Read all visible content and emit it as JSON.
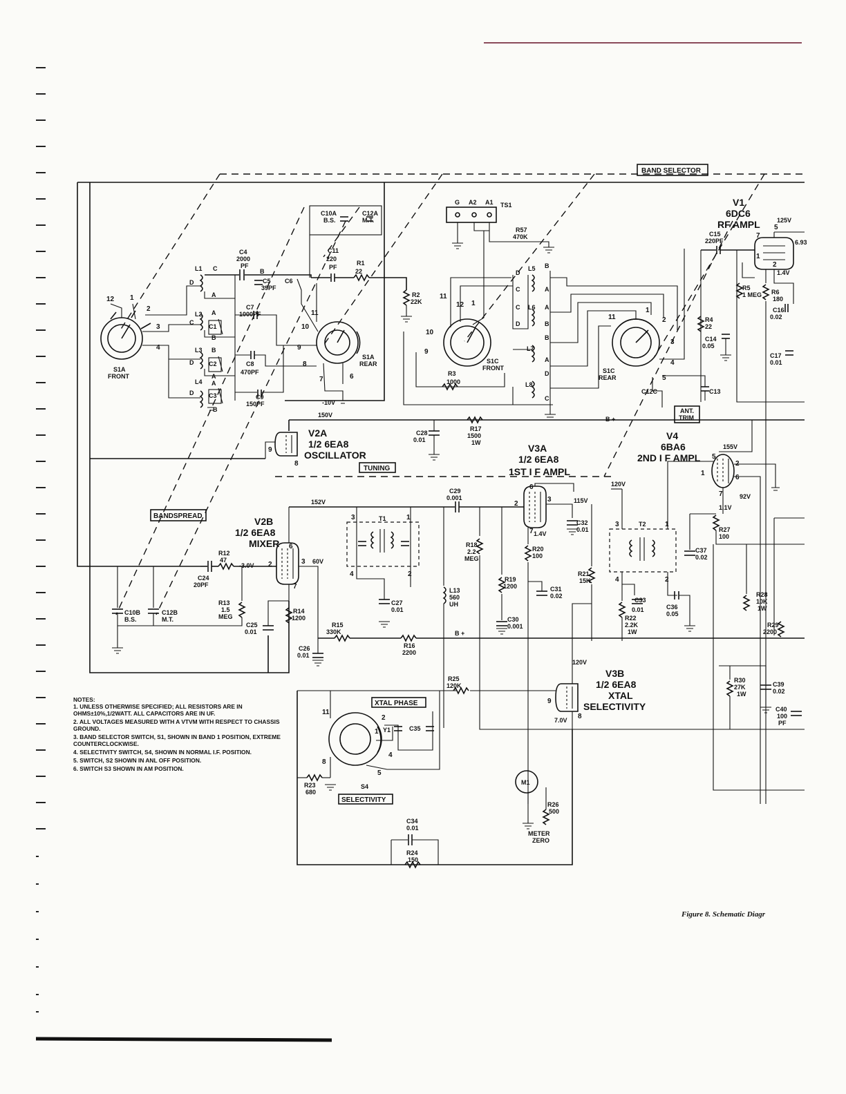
{
  "boxes": {
    "band_selector": "BAND SELECTOR",
    "tuning": "TUNING",
    "bandspread": "BANDSPREAD",
    "xtal_phase": "XTAL PHASE",
    "selectivity": "SELECTIVITY",
    "ant_trim_1": "ANT.",
    "ant_trim_2": "TRIM"
  },
  "tubes": {
    "v1": {
      "name": "V1",
      "type": "6DC6",
      "function": "RF AMPL"
    },
    "v2a": {
      "name": "V2A",
      "type": "1/2 6EA8",
      "function": "OSCILLATOR"
    },
    "v2b": {
      "name": "V2B",
      "type": "1/2 6EA8",
      "function": "MIXER"
    },
    "v3a": {
      "name": "V3A",
      "type": "1/2 6EA8",
      "function": "1ST I F AMPL"
    },
    "v3b": {
      "name": "V3B",
      "type": "1/2 6EA8",
      "function_1": "XTAL",
      "function_2": "SELECTIVITY"
    },
    "v4": {
      "name": "V4",
      "type": "6BA6",
      "function": "2ND I F AMPL"
    }
  },
  "switches": {
    "s1a_front": [
      "S1A",
      "FRONT"
    ],
    "s1a_rear": [
      "S1A",
      "REAR"
    ],
    "s1c_front": [
      "S1C",
      "FRONT"
    ],
    "s1c_rear": [
      "S1C",
      "REAR"
    ],
    "s4": "S4",
    "ts1": "TS1",
    "ts1_terms": [
      "G",
      "A2",
      "A1"
    ]
  },
  "components": {
    "c4": [
      "C4",
      "2000",
      "PF"
    ],
    "c5": [
      "C5",
      "39PF"
    ],
    "c6": "C6",
    "c7": [
      "C7",
      "1000PF"
    ],
    "c8": [
      "C8",
      "470PF"
    ],
    "c9": [
      "C9",
      "150PF"
    ],
    "c10a": [
      "C10A",
      "B.S."
    ],
    "c12a": [
      "C12A",
      "M.T."
    ],
    "c11": [
      "C11",
      "220",
      "PF"
    ],
    "r1": [
      "R1",
      "22"
    ],
    "r2": [
      "R2",
      "22K"
    ],
    "r57": [
      "R57",
      "470K"
    ],
    "r3": [
      "R3",
      "1000"
    ],
    "c15": [
      "C15",
      "220PF"
    ],
    "r5": [
      "R5",
      "1 MEG"
    ],
    "r6": [
      "R6",
      "180"
    ],
    "c16": [
      "C16",
      "0.02"
    ],
    "r4": [
      "R4",
      "22"
    ],
    "c14": [
      "C14",
      "0.05"
    ],
    "c17": [
      "C17",
      "0.01"
    ],
    "c12c": "C12C",
    "c13": "C13",
    "c28": [
      "C28",
      "0.01"
    ],
    "r17": [
      "R17",
      "1500",
      "1W"
    ],
    "c29": [
      "C29",
      "0.001"
    ],
    "c32": [
      "C32",
      "0.01"
    ],
    "t1": "T1",
    "t2": "T2",
    "c37": [
      "C37",
      "0.02"
    ],
    "r27": [
      "R27",
      "100"
    ],
    "r18": [
      "R18",
      "2.2",
      "MEG"
    ],
    "r20": [
      "R20",
      "100"
    ],
    "r19": [
      "R19",
      "1200"
    ],
    "c31": [
      "C31",
      "0.02"
    ],
    "r21": [
      "R21",
      "15K"
    ],
    "c33": [
      "C33",
      "0.01"
    ],
    "r22": [
      "R22",
      "2.2K",
      "1W"
    ],
    "c36": [
      "C36",
      "0.05"
    ],
    "r28": [
      "R28",
      "10K",
      "1W"
    ],
    "r29": [
      "R29",
      "2200"
    ],
    "l13": [
      "L13",
      "560",
      "UH"
    ],
    "c30": [
      "C30",
      "0.001"
    ],
    "c27": [
      "C27",
      "0.01"
    ],
    "r12": [
      "R12",
      "47"
    ],
    "c24": [
      "C24",
      "20PF"
    ],
    "r13": [
      "R13",
      "1.5",
      "MEG"
    ],
    "c25": [
      "C25",
      "0.01"
    ],
    "r14": [
      "R14",
      "1200"
    ],
    "r15": [
      "R15",
      "330K"
    ],
    "r16": [
      "R16",
      "2200"
    ],
    "c26": [
      "C26",
      "0.01"
    ],
    "c10b": [
      "C10B",
      "B.S."
    ],
    "c12b": [
      "C12B",
      "M.T."
    ],
    "r25": [
      "R25",
      "120K"
    ],
    "r30": [
      "R30",
      "27K",
      "1W"
    ],
    "c39": [
      "C39",
      "0.02"
    ],
    "c40": [
      "C40",
      "100",
      "PF"
    ],
    "y1": "Y1",
    "c35": "C35",
    "r23": [
      "R23",
      "680"
    ],
    "c34": [
      "C34",
      "0.01"
    ],
    "r24": [
      "R24",
      "150"
    ],
    "m1": "M1",
    "r26": [
      "R26",
      "500"
    ],
    "meter_zero": [
      "METER",
      "ZERO"
    ],
    "coils": [
      "L1",
      "L2",
      "L3",
      "L4",
      "L5",
      "L6",
      "L7",
      "L8"
    ],
    "c1": "C1",
    "c2": "C2",
    "c3": "C3"
  },
  "voltages": {
    "v125": "125V",
    "v14a": "1.4V",
    "v150": "150V",
    "v_neg10": "-10V",
    "v155": "155V",
    "v92": "92V",
    "v120a": "120V",
    "v115": "115V",
    "v14b": "1.4V",
    "v152": "152V",
    "v60": "60V",
    "v_neg3": "-3.0V",
    "v120b": "120V",
    "v70": "7.0V",
    "v1v": "1.1V",
    "bplus": "B +",
    "v693": "6.93"
  },
  "notes": {
    "heading": "NOTES:",
    "items": [
      "1. UNLESS OTHERWISE SPECIFIED; ALL RESISTORS ARE IN OHMS±10%,1/2WATT. ALL CAPACITORS ARE IN UF.",
      "2. ALL VOLTAGES MEASURED WITH A VTVM WITH RESPECT TO CHASSIS GROUND.",
      "3. BAND SELECTOR SWITCH, S1, SHOWN IN BAND 1 POSITION, EXTREME COUNTERCLOCKWISE.",
      "4. SELECTIVITY SWITCH, S4, SHOWN IN NORMAL I.F. POSITION.",
      "5. SWITCH, S2 SHOWN IN ANL OFF POSITION.",
      "6. SWITCH S3 SHOWN IN AM POSITION."
    ]
  },
  "caption": "Figure 8.   Schematic Diagr"
}
